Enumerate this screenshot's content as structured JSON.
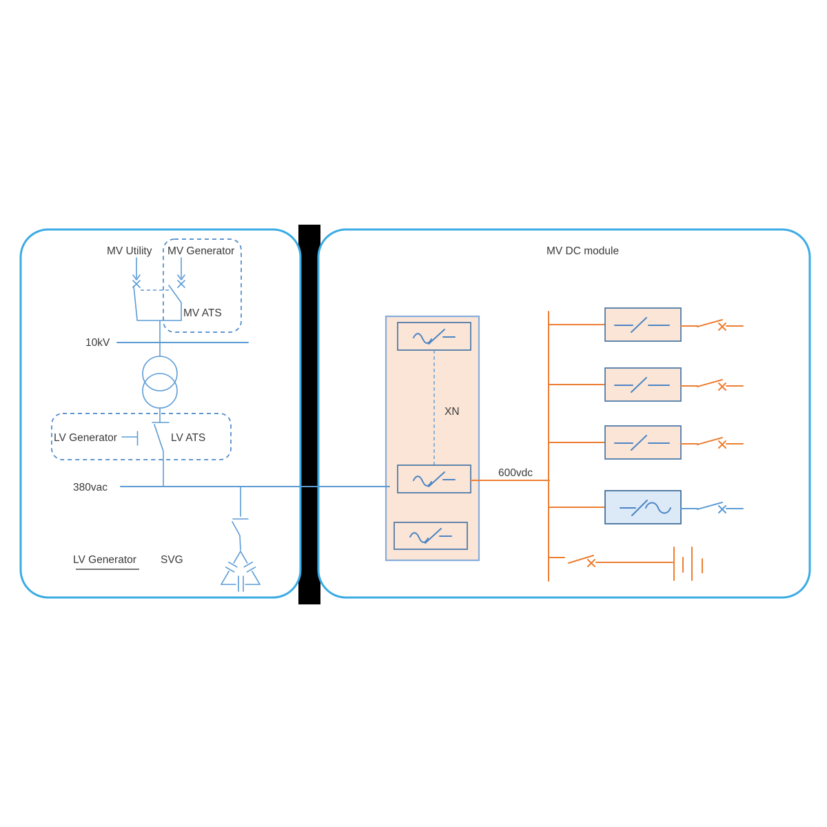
{
  "colors": {
    "panel-border": "#3BABE4",
    "line-blue": "#5B9BD5",
    "dash-blue": "#4A86C8",
    "line-orange": "#ED7D31",
    "fill-orange": "#FBE5D6",
    "fill-blue": "#DCE9F7",
    "module-border": "#85ACDB",
    "box-border": "#4F7BA9",
    "box-border-dark": "#41719C",
    "symbol-blue": "#4B84C4",
    "text": "#3A3A3A",
    "underline": "#4A4A4A",
    "gap-black": "#000000"
  },
  "left_panel": {
    "mv_utility_label": "MV Utility",
    "mv_generator_label": "MV Generator",
    "mv_ats_label": "MV ATS",
    "mv_bus_label": "10kV",
    "lv_generator_label": "LV Generator",
    "lv_ats_label": "LV ATS",
    "lv_bus_label": "380vac",
    "legend_generator_label": "LV Generator",
    "legend_svg_label": "SVG"
  },
  "right_panel": {
    "title": "MV DC module",
    "module_count_label": "XN",
    "dc_bus_label": "600vdc"
  }
}
